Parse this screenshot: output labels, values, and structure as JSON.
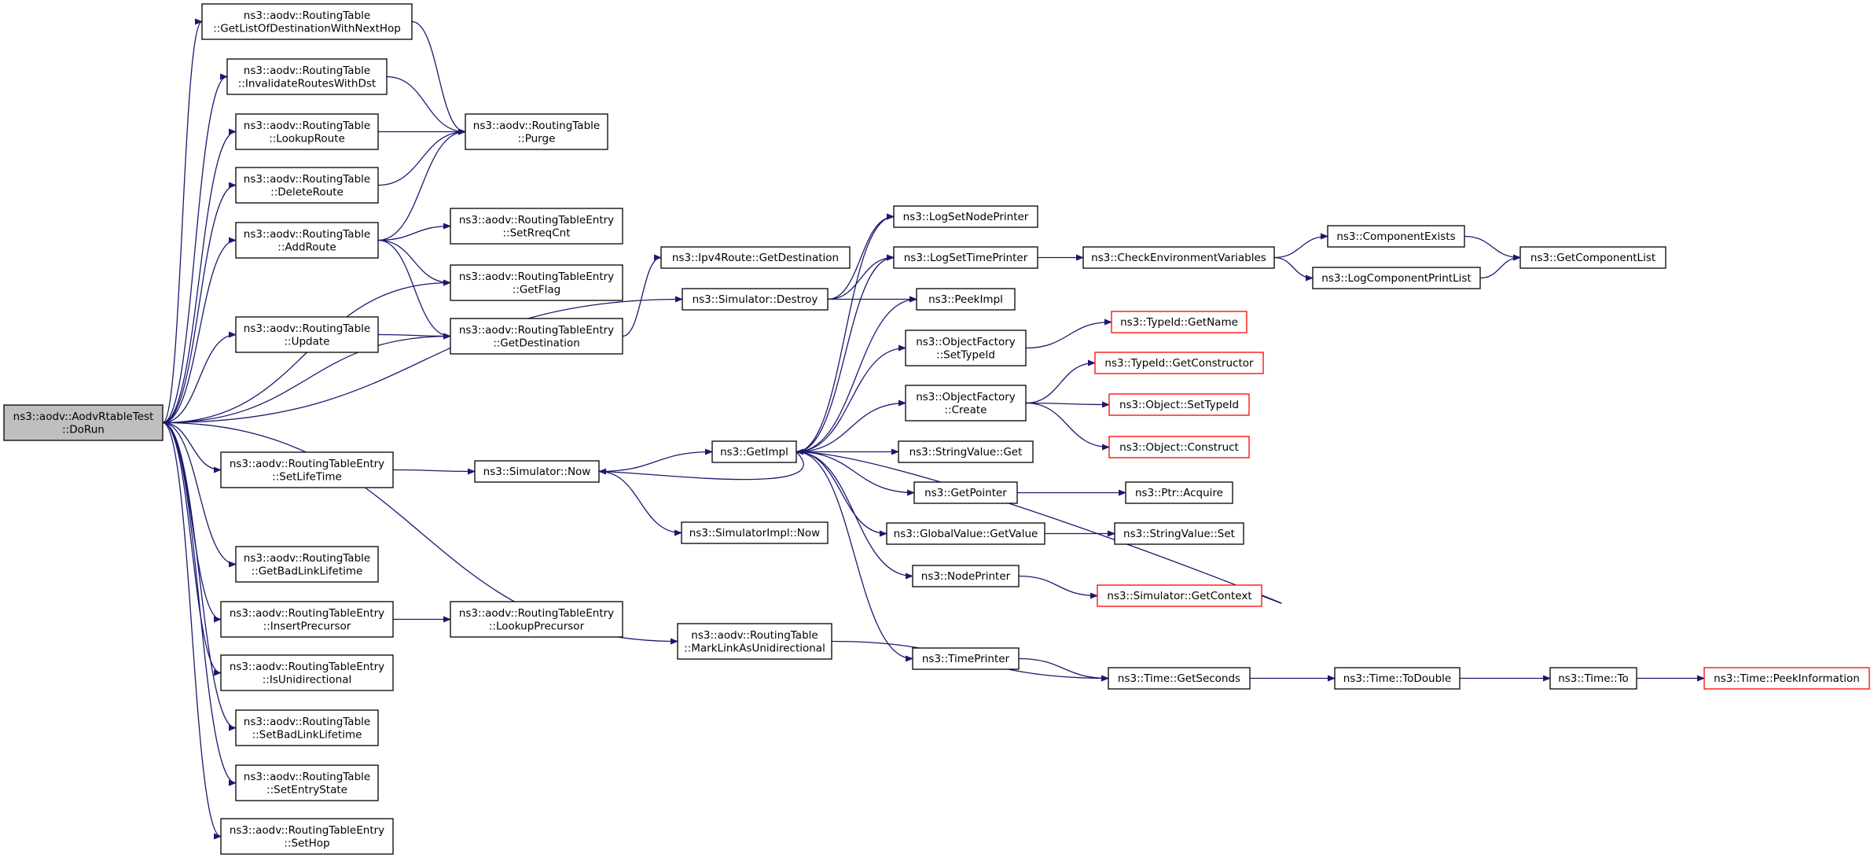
{
  "graph": {
    "edge_color": "#191970",
    "truncated_border_color": "#ff0000",
    "root_fill": "#bfbfbf",
    "nodes": [
      {
        "id": "root",
        "lines": [
          "ns3::aodv::AodvRtableTest",
          "::DoRun"
        ],
        "root": true
      },
      {
        "id": "getList",
        "lines": [
          "ns3::aodv::RoutingTable",
          "::GetListOfDestinationWithNextHop"
        ]
      },
      {
        "id": "invalidate",
        "lines": [
          "ns3::aodv::RoutingTable",
          "::InvalidateRoutesWithDst"
        ]
      },
      {
        "id": "lookupRoute",
        "lines": [
          "ns3::aodv::RoutingTable",
          "::LookupRoute"
        ]
      },
      {
        "id": "deleteRoute",
        "lines": [
          "ns3::aodv::RoutingTable",
          "::DeleteRoute"
        ]
      },
      {
        "id": "addRoute",
        "lines": [
          "ns3::aodv::RoutingTable",
          "::AddRoute"
        ]
      },
      {
        "id": "update",
        "lines": [
          "ns3::aodv::RoutingTable",
          "::Update"
        ]
      },
      {
        "id": "setLifeTime",
        "lines": [
          "ns3::aodv::RoutingTableEntry",
          "::SetLifeTime"
        ]
      },
      {
        "id": "getBadLink",
        "lines": [
          "ns3::aodv::RoutingTable",
          "::GetBadLinkLifetime"
        ]
      },
      {
        "id": "insertPrecursor",
        "lines": [
          "ns3::aodv::RoutingTableEntry",
          "::InsertPrecursor"
        ]
      },
      {
        "id": "isUni",
        "lines": [
          "ns3::aodv::RoutingTableEntry",
          "::IsUnidirectional"
        ]
      },
      {
        "id": "setBadLink",
        "lines": [
          "ns3::aodv::RoutingTable",
          "::SetBadLinkLifetime"
        ]
      },
      {
        "id": "setEntryState",
        "lines": [
          "ns3::aodv::RoutingTable",
          "::SetEntryState"
        ]
      },
      {
        "id": "setHop",
        "lines": [
          "ns3::aodv::RoutingTableEntry",
          "::SetHop"
        ]
      },
      {
        "id": "purge",
        "lines": [
          "ns3::aodv::RoutingTable",
          "::Purge"
        ]
      },
      {
        "id": "setRreqCnt",
        "lines": [
          "ns3::aodv::RoutingTableEntry",
          "::SetRreqCnt"
        ]
      },
      {
        "id": "getFlag",
        "lines": [
          "ns3::aodv::RoutingTableEntry",
          "::GetFlag"
        ]
      },
      {
        "id": "rteGetDest",
        "lines": [
          "ns3::aodv::RoutingTableEntry",
          "::GetDestination"
        ]
      },
      {
        "id": "lookupPrecursor",
        "lines": [
          "ns3::aodv::RoutingTableEntry",
          "::LookupPrecursor"
        ]
      },
      {
        "id": "ipv4GetDest",
        "lines": [
          "ns3::Ipv4Route::GetDestination"
        ]
      },
      {
        "id": "simDestroy",
        "lines": [
          "ns3::Simulator::Destroy"
        ]
      },
      {
        "id": "simNow",
        "lines": [
          "ns3::Simulator::Now"
        ]
      },
      {
        "id": "getImpl",
        "lines": [
          "ns3::GetImpl"
        ]
      },
      {
        "id": "simImplNow",
        "lines": [
          "ns3::SimulatorImpl::Now"
        ]
      },
      {
        "id": "markLink",
        "lines": [
          "ns3::aodv::RoutingTable",
          "::MarkLinkAsUnidirectional"
        ]
      },
      {
        "id": "logNode",
        "lines": [
          "ns3::LogSetNodePrinter"
        ]
      },
      {
        "id": "logTime",
        "lines": [
          "ns3::LogSetTimePrinter"
        ]
      },
      {
        "id": "peekImpl",
        "lines": [
          "ns3::PeekImpl"
        ]
      },
      {
        "id": "ofSetTypeId",
        "lines": [
          "ns3::ObjectFactory",
          "::SetTypeId"
        ]
      },
      {
        "id": "ofCreate",
        "lines": [
          "ns3::ObjectFactory",
          "::Create"
        ]
      },
      {
        "id": "svGet",
        "lines": [
          "ns3::StringValue::Get"
        ]
      },
      {
        "id": "getPointer",
        "lines": [
          "ns3::GetPointer"
        ]
      },
      {
        "id": "gvGetValue",
        "lines": [
          "ns3::GlobalValue::GetValue"
        ]
      },
      {
        "id": "nodePrinter",
        "lines": [
          "ns3::NodePrinter"
        ]
      },
      {
        "id": "timePrinter",
        "lines": [
          "ns3::TimePrinter"
        ]
      },
      {
        "id": "checkEnv",
        "lines": [
          "ns3::CheckEnvironmentVariables"
        ]
      },
      {
        "id": "typeGetName",
        "lines": [
          "ns3::TypeId::GetName"
        ],
        "truncated": true
      },
      {
        "id": "typeGetCtor",
        "lines": [
          "ns3::TypeId::GetConstructor"
        ],
        "truncated": true
      },
      {
        "id": "objSetTypeId",
        "lines": [
          "ns3::Object::SetTypeId"
        ],
        "truncated": true
      },
      {
        "id": "objConstruct",
        "lines": [
          "ns3::Object::Construct"
        ],
        "truncated": true
      },
      {
        "id": "ptrAcquire",
        "lines": [
          "ns3::Ptr::Acquire"
        ]
      },
      {
        "id": "svSet",
        "lines": [
          "ns3::StringValue::Set"
        ]
      },
      {
        "id": "simGetContext",
        "lines": [
          "ns3::Simulator::GetContext"
        ],
        "truncated": true
      },
      {
        "id": "timeGetSeconds",
        "lines": [
          "ns3::Time::GetSeconds"
        ]
      },
      {
        "id": "compExists",
        "lines": [
          "ns3::ComponentExists"
        ]
      },
      {
        "id": "logCompPrint",
        "lines": [
          "ns3::LogComponentPrintList"
        ]
      },
      {
        "id": "getCompList",
        "lines": [
          "ns3::GetComponentList"
        ]
      },
      {
        "id": "timeToDouble",
        "lines": [
          "ns3::Time::ToDouble"
        ]
      },
      {
        "id": "timeTo",
        "lines": [
          "ns3::Time::To"
        ]
      },
      {
        "id": "timePeekInfo",
        "lines": [
          "ns3::Time::PeekInformation"
        ],
        "truncated": true
      }
    ],
    "edges": [
      [
        "root",
        "getList"
      ],
      [
        "root",
        "invalidate"
      ],
      [
        "root",
        "lookupRoute"
      ],
      [
        "root",
        "deleteRoute"
      ],
      [
        "root",
        "addRoute"
      ],
      [
        "root",
        "getFlag"
      ],
      [
        "root",
        "update"
      ],
      [
        "root",
        "rteGetDest"
      ],
      [
        "root",
        "simDestroy"
      ],
      [
        "root",
        "setLifeTime"
      ],
      [
        "root",
        "markLink"
      ],
      [
        "root",
        "getBadLink"
      ],
      [
        "root",
        "insertPrecursor"
      ],
      [
        "root",
        "isUni"
      ],
      [
        "root",
        "setBadLink"
      ],
      [
        "root",
        "setEntryState"
      ],
      [
        "root",
        "setHop"
      ],
      [
        "getList",
        "purge"
      ],
      [
        "invalidate",
        "purge"
      ],
      [
        "lookupRoute",
        "purge"
      ],
      [
        "deleteRoute",
        "purge"
      ],
      [
        "addRoute",
        "purge"
      ],
      [
        "addRoute",
        "setRreqCnt"
      ],
      [
        "addRoute",
        "getFlag"
      ],
      [
        "addRoute",
        "rteGetDest"
      ],
      [
        "update",
        "rteGetDest"
      ],
      [
        "rteGetDest",
        "ipv4GetDest"
      ],
      [
        "setLifeTime",
        "simNow"
      ],
      [
        "insertPrecursor",
        "lookupPrecursor"
      ],
      [
        "simDestroy",
        "logNode"
      ],
      [
        "simDestroy",
        "logTime"
      ],
      [
        "simDestroy",
        "peekImpl"
      ],
      [
        "simNow",
        "getImpl"
      ],
      [
        "simNow",
        "simImplNow"
      ],
      [
        "markLink",
        "timeGetSeconds"
      ],
      [
        "getImpl",
        "logNode"
      ],
      [
        "getImpl",
        "logTime"
      ],
      [
        "getImpl",
        "peekImpl"
      ],
      [
        "getImpl",
        "ofSetTypeId"
      ],
      [
        "getImpl",
        "ofCreate"
      ],
      [
        "getImpl",
        "svGet"
      ],
      [
        "getImpl",
        "getPointer"
      ],
      [
        "getImpl",
        "gvGetValue"
      ],
      [
        "getImpl",
        "nodePrinter"
      ],
      [
        "getImpl",
        "timePrinter"
      ],
      [
        "getImpl",
        "simNow"
      ],
      [
        "logTime",
        "checkEnv"
      ],
      [
        "checkEnv",
        "compExists"
      ],
      [
        "checkEnv",
        "logCompPrint"
      ],
      [
        "compExists",
        "getCompList"
      ],
      [
        "logCompPrint",
        "getCompList"
      ],
      [
        "ofSetTypeId",
        "typeGetName"
      ],
      [
        "ofCreate",
        "typeGetCtor"
      ],
      [
        "ofCreate",
        "objSetTypeId"
      ],
      [
        "ofCreate",
        "objConstruct"
      ],
      [
        "getPointer",
        "ptrAcquire"
      ],
      [
        "gvGetValue",
        "svSet"
      ],
      [
        "nodePrinter",
        "simGetContext"
      ],
      [
        "simGetContext",
        "getImpl"
      ],
      [
        "timePrinter",
        "timeGetSeconds"
      ],
      [
        "timeGetSeconds",
        "timeToDouble"
      ],
      [
        "timeToDouble",
        "timeTo"
      ],
      [
        "timeTo",
        "timePeekInfo"
      ]
    ]
  }
}
